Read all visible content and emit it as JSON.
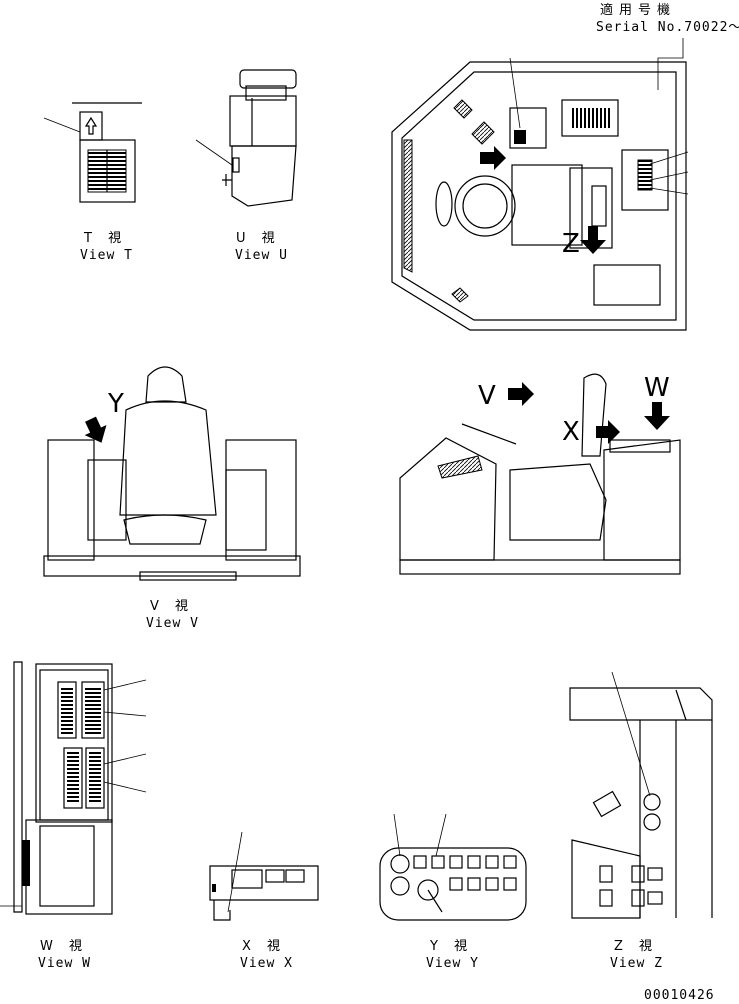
{
  "header": {
    "applicable_jp": "適用号機",
    "serial": "Serial No.70022～"
  },
  "views": {
    "t": {
      "jp": "T 視",
      "en": "View T"
    },
    "u": {
      "jp": "U 視",
      "en": "View U"
    },
    "v": {
      "jp": "V 視",
      "en": "View V"
    },
    "w": {
      "jp": "W 視",
      "en": "View W"
    },
    "x": {
      "jp": "X 視",
      "en": "View X"
    },
    "y": {
      "jp": "Y 視",
      "en": "View Y"
    },
    "z": {
      "jp": "Z 視",
      "en": "View Z"
    }
  },
  "view_letters": {
    "y": "Y",
    "v": "V",
    "x": "X",
    "w": "W",
    "z": "Z"
  },
  "drawing_number": "00010426"
}
